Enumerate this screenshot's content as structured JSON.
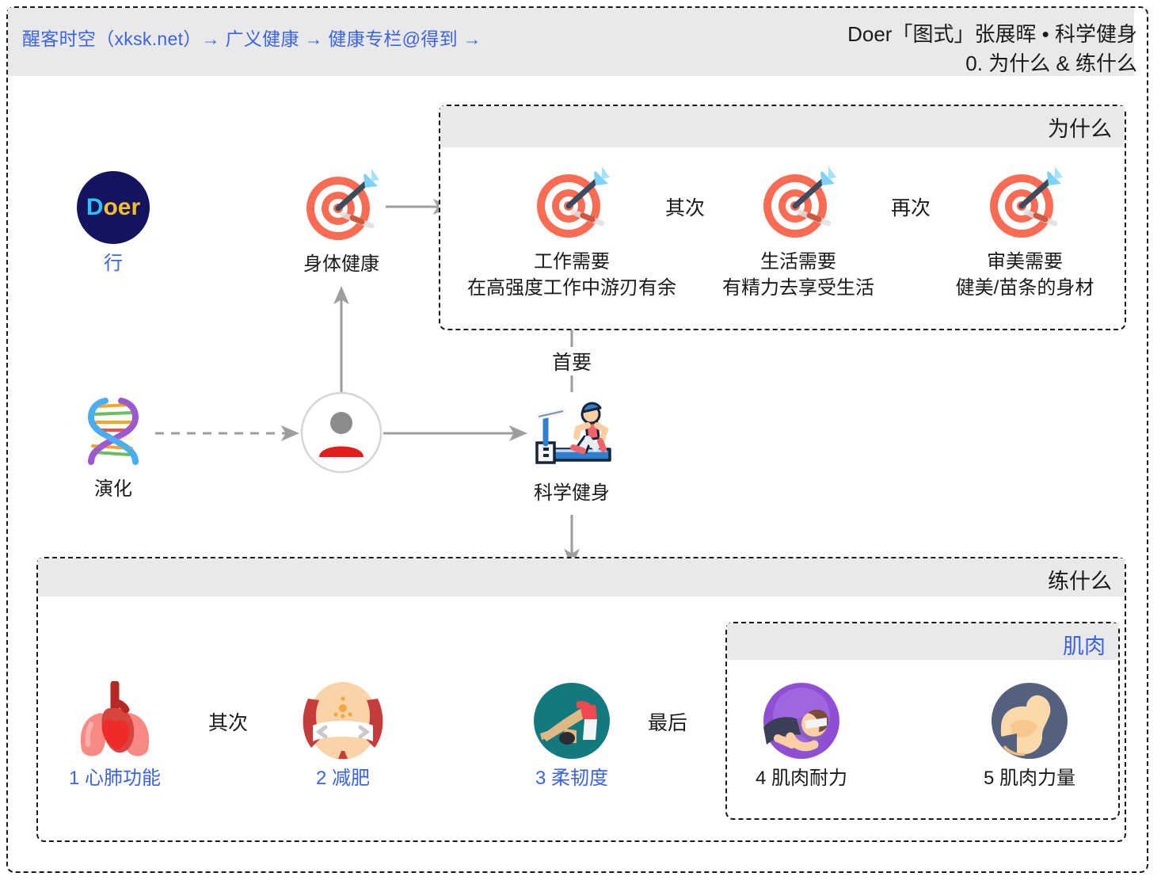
{
  "header": {
    "breadcrumb": "醒客时空（xksk.net）→ 广义健康 → 健康专栏@得到 →",
    "title_line1": "Doer「图式」张展晖 • 科学健身",
    "title_line2": "0. 为什么 & 练什么"
  },
  "groups": {
    "why": {
      "title": "为什么"
    },
    "train": {
      "title": "练什么"
    },
    "muscle": {
      "title": "肌肉"
    }
  },
  "nodes": {
    "doer": {
      "label": "行",
      "icon": "doer-logo-icon"
    },
    "evolution": {
      "label": "演化",
      "icon": "dna-icon"
    },
    "person": {
      "label": "",
      "icon": "person-icon"
    },
    "body_health": {
      "label": "身体健康",
      "icon": "target-icon"
    },
    "fitness": {
      "label": "科学健身",
      "icon": "treadmill-icon"
    },
    "work_need": {
      "label_line1": "工作需要",
      "label_line2": "在高强度工作中游刃有余",
      "icon": "target-icon"
    },
    "life_need": {
      "label_line1": "生活需要",
      "label_line2": "有精力去享受生活",
      "icon": "target-icon"
    },
    "beauty_need": {
      "label_line1": "审美需要",
      "label_line2": "健美/苗条的身材",
      "icon": "target-icon"
    },
    "cardio": {
      "label": "1 心肺功能",
      "icon": "lungs-icon"
    },
    "weight_loss": {
      "label": "2 减肥",
      "icon": "waist-icon"
    },
    "flexibility": {
      "label": "3 柔韧度",
      "icon": "yoga-icon"
    },
    "muscle_endurance": {
      "label": "4 肌肉耐力",
      "icon": "plank-icon"
    },
    "muscle_strength": {
      "label": "5 肌肉力量",
      "icon": "biceps-icon"
    }
  },
  "edges": {
    "primary": "首要",
    "second_why": "其次",
    "third_why": "再次",
    "second_train": "其次",
    "last_train": "最后"
  },
  "colors": {
    "link_blue": "#3b63e8",
    "frame": "#1a1a1a",
    "header_gray": "#e9e9e9",
    "arrow_gray": "#9e9e9e",
    "highlight_yellow": "#fcfca0",
    "target_red": "#f96b53",
    "doer_navy": "#131360",
    "teal": "#127a7f",
    "purple": "#8e4fd4",
    "slate": "#53607e"
  }
}
